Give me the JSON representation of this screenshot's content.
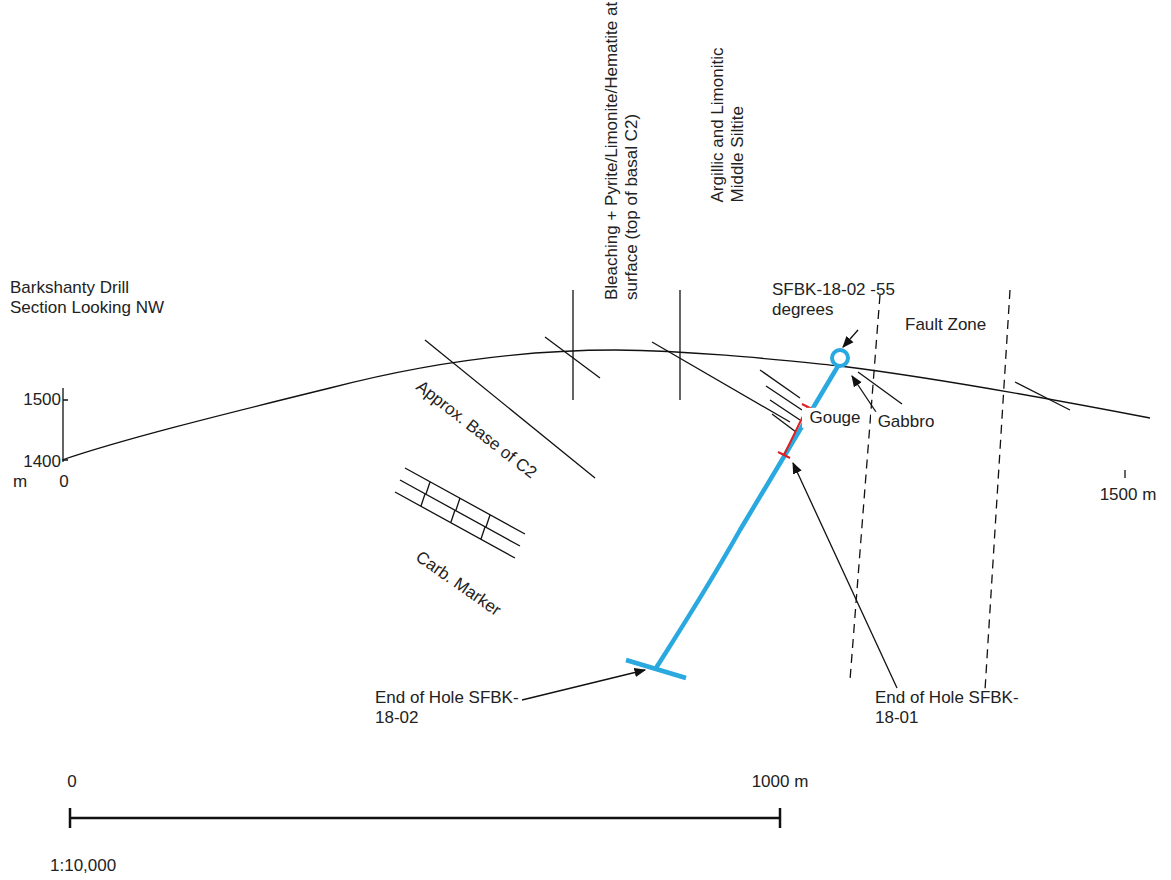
{
  "diagram": {
    "title": "Barkshanty Drill Section Looking NW",
    "labels": [
      "Bleaching + Pyrite/Limonite/Hematite at surface (top of basal C2)",
      "Argillic and Limonitic Middle Siltite",
      "SFBK-18-02 -55 degrees",
      "Fault Zone",
      "1500",
      "1400",
      "m",
      "0",
      "Approx. Base of C2",
      "Gouge",
      "Gabbro",
      "1500 m",
      "Carb. Marker",
      "End of Hole SFBK-18-02",
      "End of Hole SFBK-18-01",
      "0",
      "1000 m",
      "1:10,000"
    ]
  }
}
